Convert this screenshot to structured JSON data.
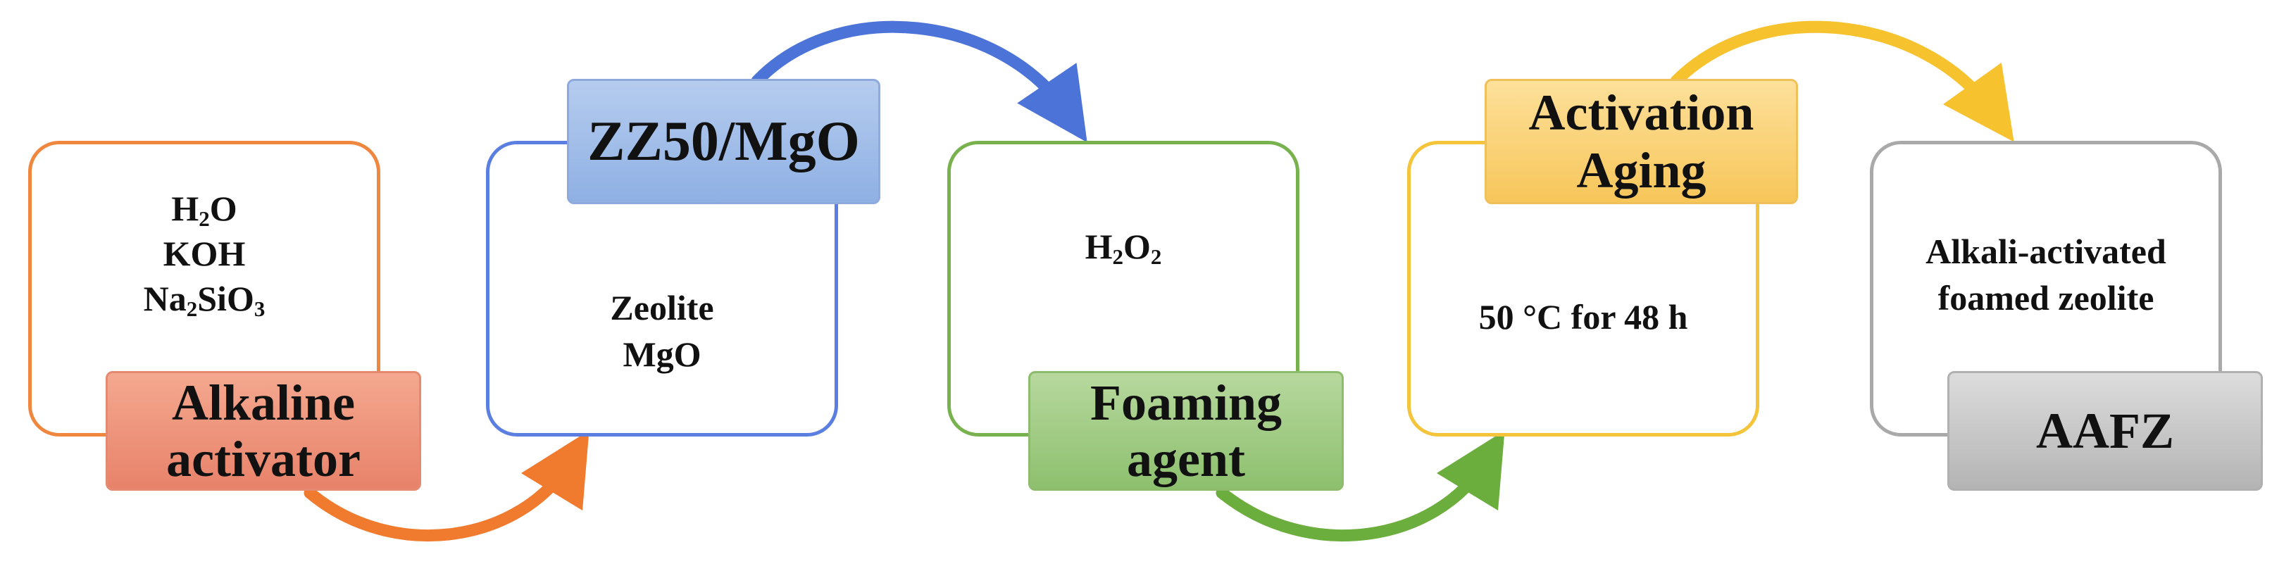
{
  "steps": [
    {
      "content": [
        "H2O",
        "KOH",
        "Na2SiO3"
      ],
      "tag": [
        "Alkaline",
        "activator"
      ],
      "color": "#f0873f"
    },
    {
      "content": [
        "Zeolite",
        "MgO"
      ],
      "tag": [
        "ZZ50/MgO"
      ],
      "color": "#5a7fe0"
    },
    {
      "content": [
        "H2O2"
      ],
      "tag": [
        "Foaming",
        "agent"
      ],
      "color": "#78b24e"
    },
    {
      "content": [
        "50 °C for 48 h"
      ],
      "tag": [
        "Activation",
        "Aging"
      ],
      "color": "#f4c43a"
    },
    {
      "content": [
        "Alkali-activated",
        "foamed zeolite"
      ],
      "tag": [
        "AAFZ"
      ],
      "color": "#a9a9a9"
    }
  ],
  "arrows": [
    {
      "from": "step-1",
      "to": "step-2",
      "color": "#f07a2e"
    },
    {
      "from": "step-2",
      "to": "step-3",
      "color": "#4c74d8"
    },
    {
      "from": "step-3",
      "to": "step-4",
      "color": "#6cae3e"
    },
    {
      "from": "step-4",
      "to": "step-5",
      "color": "#f6c22e"
    }
  ]
}
